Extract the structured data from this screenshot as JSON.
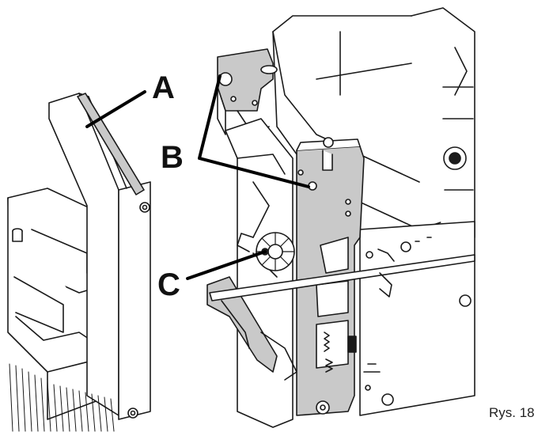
{
  "figure": {
    "caption": "Rys. 18",
    "callouts": {
      "a": "A",
      "b": "B",
      "c": "C"
    }
  },
  "colors": {
    "line": "#1a1a1a",
    "part_fill_grey": "#c9c9c9",
    "leader": "#000000",
    "background": "#ffffff"
  }
}
